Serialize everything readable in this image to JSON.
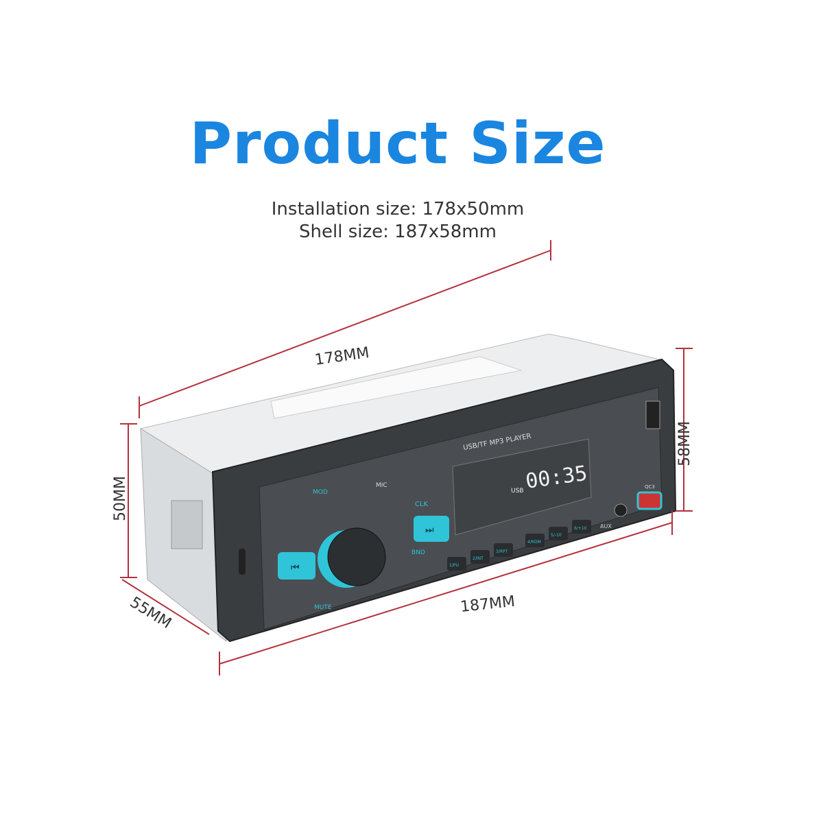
{
  "header": {
    "title": "Product Size"
  },
  "specs": {
    "installation": "Installation size: 178x50mm",
    "shell": "Shell size: 187x58mm"
  },
  "dimensions": {
    "top_length": "178MM",
    "front_height": "50MM",
    "shell_height": "58MM",
    "depth": "55MM",
    "front_length": "187MM"
  },
  "device": {
    "model_label": "USB/TF MP3 PLAYER",
    "display_source": "USB",
    "display_time": "00:35",
    "labels": {
      "mic": "MIC",
      "mode": "MOD",
      "clk": "CLK",
      "bnd": "BND",
      "mute": "MUTE",
      "aux": "AUX",
      "qc": "QC3"
    },
    "preset_buttons": [
      "1/PU",
      "2/INT",
      "3/RPT",
      "4/RDM",
      "5/-10",
      "6/+10"
    ],
    "accent_color": "#2fc4d8"
  },
  "colors": {
    "title": "#1a86e0",
    "dimension_line": "#b3313c"
  }
}
